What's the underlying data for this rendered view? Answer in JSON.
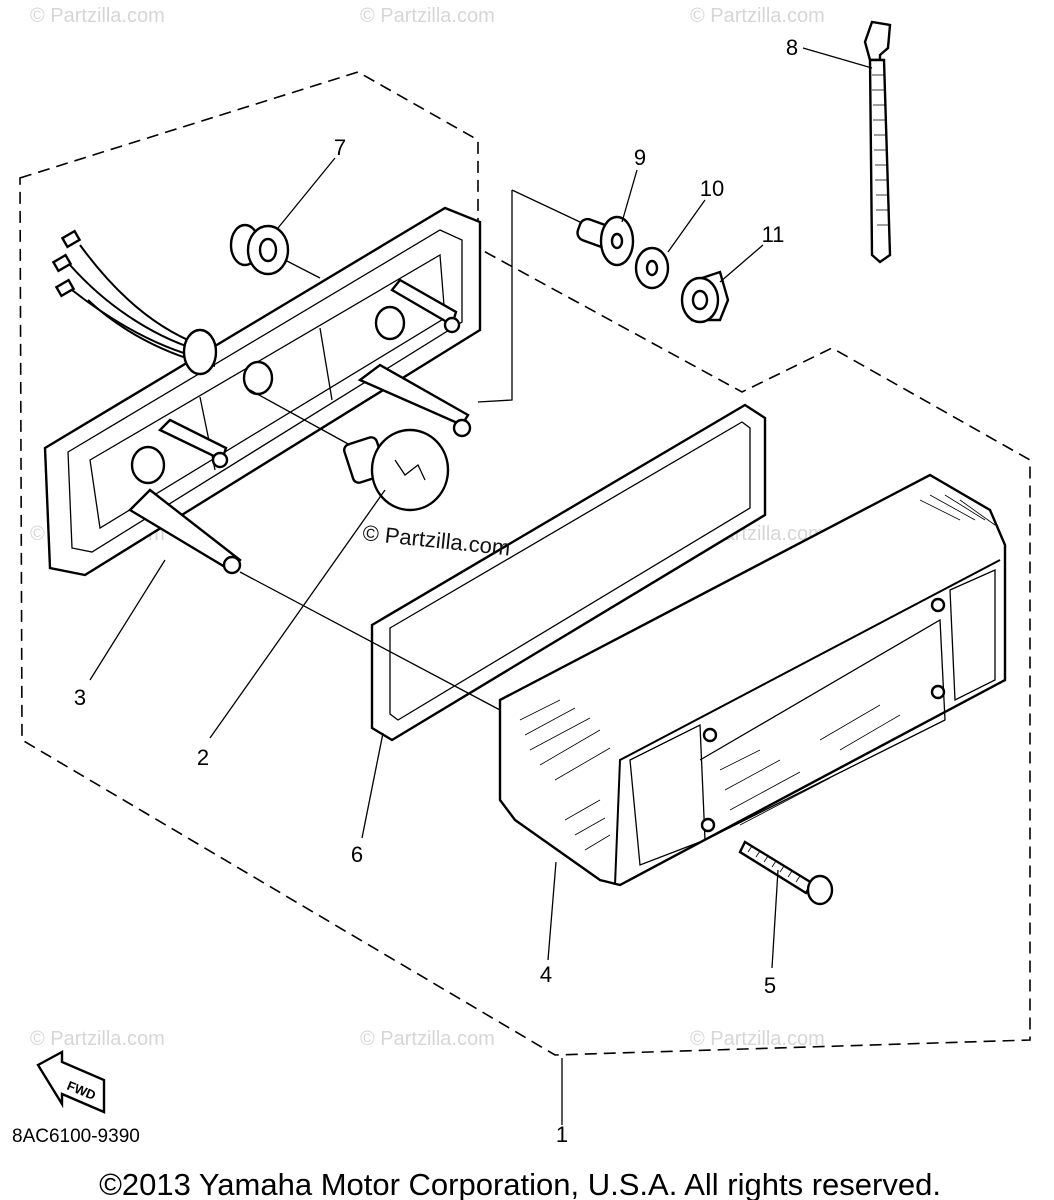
{
  "diagram_code": "8AC6100-9390",
  "copyright": "©2013 Yamaha Motor Corporation, U.S.A. All rights reserved.",
  "watermark": "© Partzilla.com",
  "fwd_label": "FWD",
  "callouts": {
    "c1": "1",
    "c2": "2",
    "c3": "3",
    "c4": "4",
    "c5": "5",
    "c6": "6",
    "c7": "7",
    "c8": "8",
    "c9": "9",
    "c10": "10",
    "c11": "11"
  },
  "parts": [
    {
      "number": "1",
      "name": "tail-light-assembly"
    },
    {
      "number": "2",
      "name": "bulb"
    },
    {
      "number": "3",
      "name": "housing"
    },
    {
      "number": "4",
      "name": "lens"
    },
    {
      "number": "5",
      "name": "screw"
    },
    {
      "number": "6",
      "name": "gasket"
    },
    {
      "number": "7",
      "name": "grommet"
    },
    {
      "number": "8",
      "name": "cable-tie"
    },
    {
      "number": "9",
      "name": "collar"
    },
    {
      "number": "10",
      "name": "washer"
    },
    {
      "number": "11",
      "name": "nut"
    }
  ]
}
